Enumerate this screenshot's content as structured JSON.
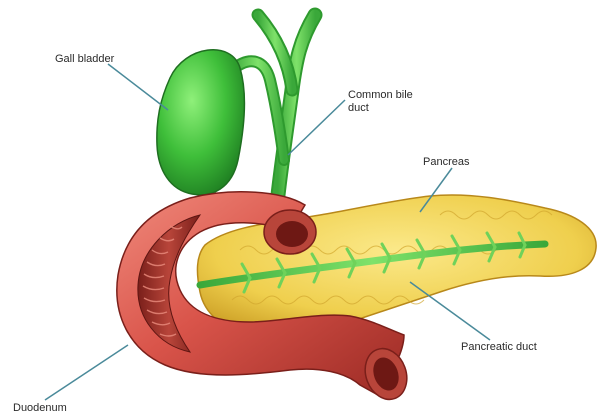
{
  "labels": {
    "gall_bladder": "Gall bladder",
    "common_bile_duct_line1": "Common bile",
    "common_bile_duct_line2": "duct",
    "pancreas": "Pancreas",
    "pancreatic_duct": "Pancreatic duct",
    "duodenum": "Duodenum"
  },
  "colors": {
    "gall_bladder": "#3fbf3a",
    "bile_duct": "#5fd14e",
    "duodenum_outer": "#d9544a",
    "duodenum_inner": "#a8322c",
    "pancreas": "#f0d35a",
    "pancreatic_duct": "#8fd37a",
    "leader_line": "#4a8a9a"
  }
}
